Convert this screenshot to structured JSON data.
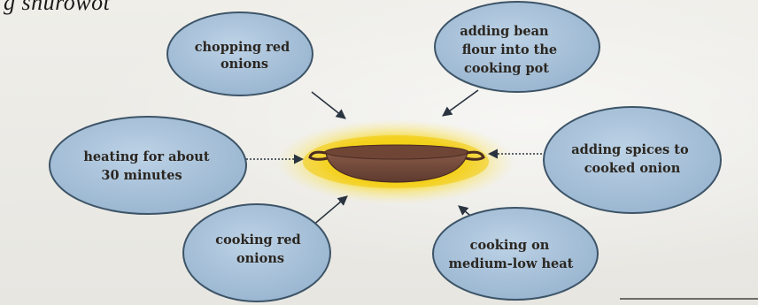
{
  "heading": "g  shurowot",
  "center": {
    "name": "cooking-pot"
  },
  "bubbles": [
    {
      "id": "chopping",
      "lines": [
        "chopping red",
        "onions"
      ]
    },
    {
      "id": "bean",
      "lines": [
        "adding bean",
        "flour into the",
        "cooking pot"
      ]
    },
    {
      "id": "spices",
      "lines": [
        "adding spices to",
        "cooked onion"
      ]
    },
    {
      "id": "heating",
      "lines": [
        "heating for about",
        "30 minutes"
      ]
    },
    {
      "id": "cooking",
      "lines": [
        "cooking red",
        "onions"
      ]
    },
    {
      "id": "heat",
      "lines": [
        "cooking on",
        "medium-low heat"
      ]
    }
  ],
  "colors": {
    "bubble_fill": "#a9c3dc",
    "bubble_stroke": "#3d5467",
    "glow": "#f4d21c",
    "pot": "#7a5040"
  }
}
